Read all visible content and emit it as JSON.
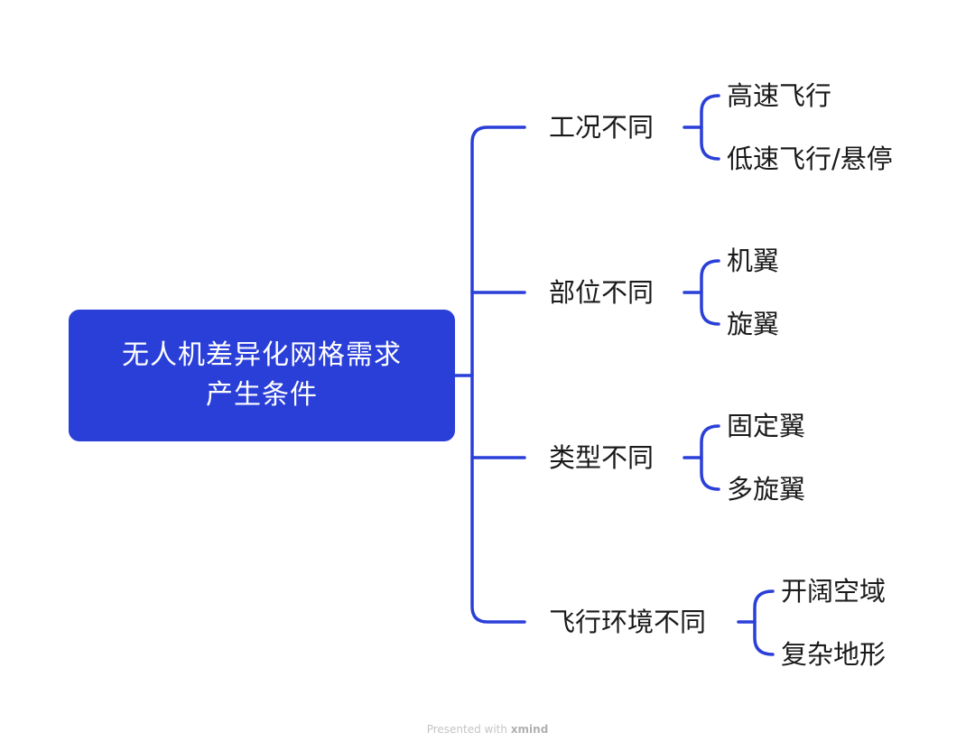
{
  "root": {
    "line1": "无人机差异化网格需求",
    "line2": "产生条件"
  },
  "branches": [
    {
      "label": "工况不同",
      "children": [
        "高速飞行",
        "低速飞行/悬停"
      ]
    },
    {
      "label": "部位不同",
      "children": [
        "机翼",
        "旋翼"
      ]
    },
    {
      "label": "类型不同",
      "children": [
        "固定翼",
        "多旋翼"
      ]
    },
    {
      "label": "飞行环境不同",
      "children": [
        "开阔空域",
        "复杂地形"
      ]
    }
  ],
  "footer": {
    "prefix": "Presented with",
    "brand": "xmind"
  },
  "colors": {
    "accent": "#2a3fd8",
    "text": "#1a1a1a"
  }
}
